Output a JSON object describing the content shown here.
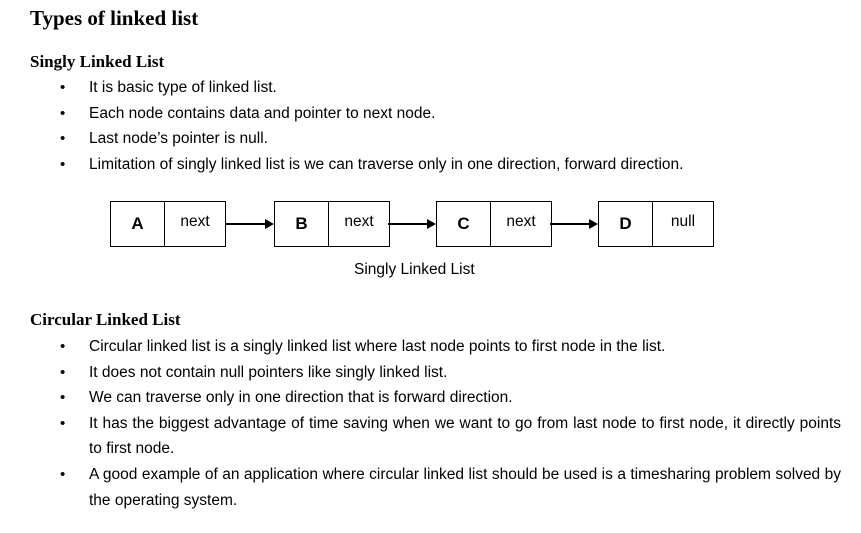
{
  "title": "Types of linked list",
  "singly": {
    "heading": "Singly Linked List",
    "bullets": [
      "It is basic type of linked list.",
      "Each node contains data and pointer to next node.",
      "Last node’s pointer is null.",
      "Limitation of singly linked list is we can traverse only in one direction, forward direction."
    ],
    "diagram": {
      "nodes": [
        {
          "data": "A",
          "pointer": "next"
        },
        {
          "data": "B",
          "pointer": "next"
        },
        {
          "data": "C",
          "pointer": "next"
        },
        {
          "data": "D",
          "pointer": "null"
        }
      ],
      "caption": "Singly Linked List"
    }
  },
  "circular": {
    "heading": "Circular Linked List",
    "bullets": [
      "Circular linked list is a singly linked list where last node points to first node in the list.",
      "It does not contain null pointers like singly linked list.",
      "We can traverse only in one direction that is forward direction.",
      "It has the biggest advantage of time saving when we want to go from last node to first node, it directly points to first node.",
      "A good example of an application where circular linked list should be used is a timesharing problem solved by the operating system."
    ]
  },
  "bullet_symbol": "•"
}
